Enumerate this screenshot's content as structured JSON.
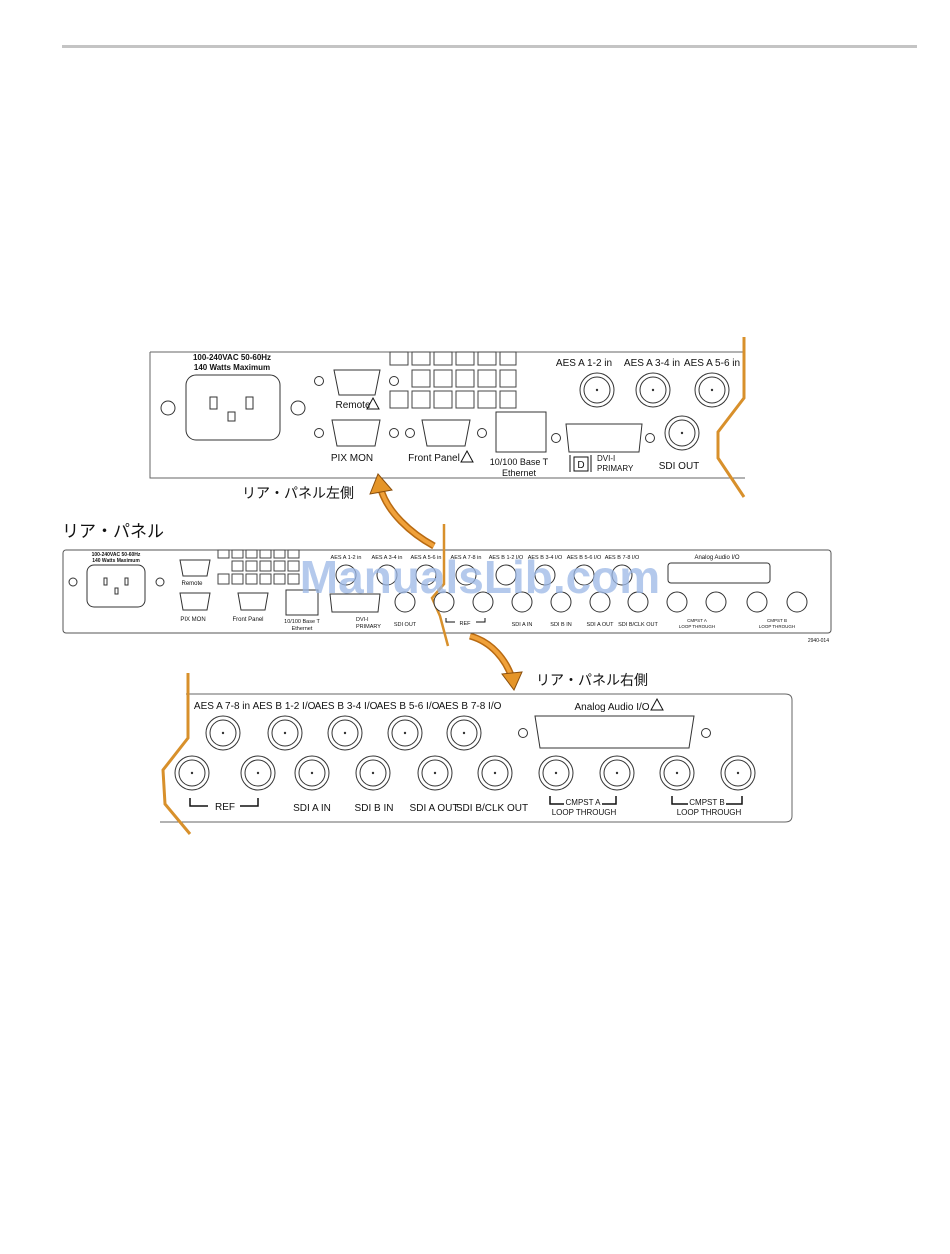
{
  "colors": {
    "accent": "#d8902b",
    "watermark": "#9bb8e6"
  },
  "headings": {
    "rear_panel": "リア・パネル",
    "left_side": "リア・パネル左側",
    "right_side": "リア・パネル右側"
  },
  "watermark": "ManualsLib.com",
  "figure_id": "2940-014",
  "left_panel": {
    "power_line1": "100-240VAC 50-60Hz",
    "power_line2": "140 Watts Maximum",
    "remote": "Remote",
    "pix_mon": "PIX MON",
    "front_panel": "Front Panel",
    "ethernet_line1": "10/100 Base T",
    "ethernet_line2": "Ethernet",
    "dvi_line1": "DVI-I",
    "dvi_line2": "PRIMARY",
    "dvi_badge": "D",
    "sdi_out": "SDI OUT",
    "aes1": "AES A 1-2 in",
    "aes2": "AES A 3-4 in",
    "aes3": "AES A 5-6 in"
  },
  "right_panel": {
    "top_labels": [
      "AES A 7-8 in",
      "AES B 1-2 I/O",
      "AES B 3-4 I/O",
      "AES B 5-6 I/O",
      "AES B 7-8 I/O"
    ],
    "analog_audio": "Analog Audio I/O",
    "ref": "REF",
    "sdi_a_in": "SDI A IN",
    "sdi_b_in": "SDI B IN",
    "sdi_a_out": "SDI A OUT",
    "sdi_bclk_out": "SDI B/CLK OUT",
    "cmpst_a": "CMPST A",
    "cmpst_b": "CMPST B",
    "loop_through": "LOOP THROUGH"
  },
  "full_panel": {
    "power_line1": "100-240VAC 50-60Hz",
    "power_line2": "140 Watts Maximum",
    "remote": "Remote",
    "pix_mon": "PIX MON",
    "front_panel": "Front Panel",
    "ethernet_line1": "10/100 Base T",
    "ethernet_line2": "Ethernet",
    "dvi_line1": "DVI-I",
    "dvi_line2": "PRIMARY",
    "sdi_out": "SDI OUT",
    "top_labels": [
      "AES A 1-2 in",
      "AES A 3-4 in",
      "AES A 5-6 in",
      "AES A 7-8 in",
      "AES B 1-2 I/O",
      "AES B 3-4 I/O",
      "AES B 5-6 I/O",
      "AES B 7-8 I/O"
    ],
    "analog_audio": "Analog Audio I/O",
    "ref": "REF",
    "sdi_a_in": "SDI A IN",
    "sdi_b_in": "SDI B IN",
    "sdi_a_out": "SDI A OUT",
    "sdi_bclk_out": "SDI B/CLK OUT",
    "cmpst_a": "CMPST A",
    "cmpst_b": "CMPST B",
    "loop_through": "LOOP THROUGH"
  }
}
